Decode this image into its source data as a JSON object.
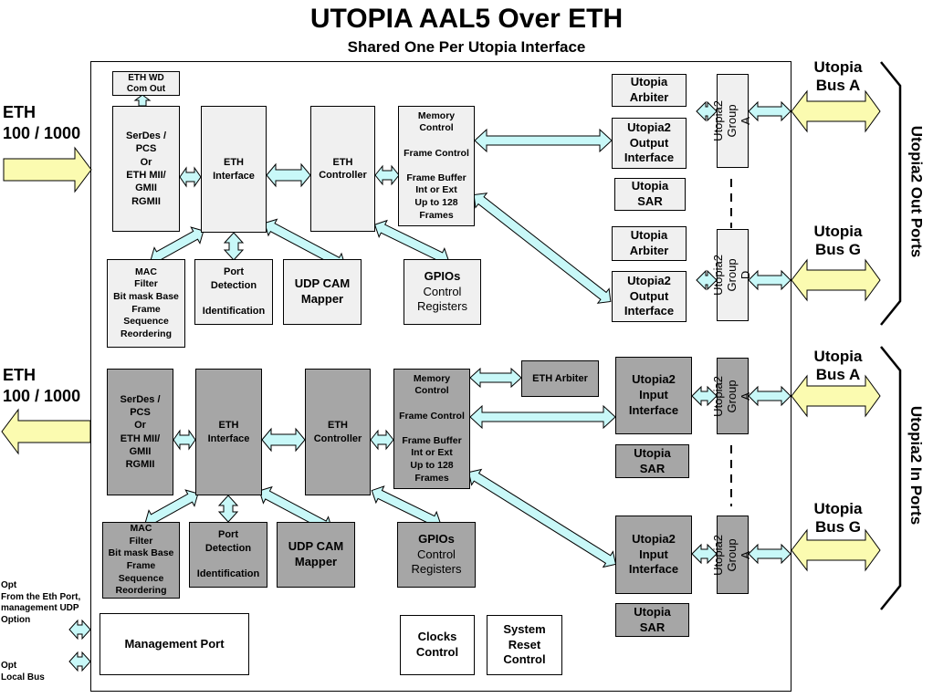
{
  "title": "UTOPIA AAL5 Over ETH",
  "subtitle": "Shared One Per Utopia Interface",
  "external": {
    "eth_top": "ETH\n100 / 1000",
    "eth_bottom": "ETH\n100 / 1000",
    "bus_a_top": "Utopia\nBus A",
    "bus_g_top": "Utopia\nBus G",
    "bus_a_bottom": "Utopia\nBus A",
    "bus_g_bottom": "Utopia\nBus G",
    "out_ports": "Utopia2 Out Ports",
    "in_ports": "Utopia2 In Ports",
    "opt_mgmt": "Opt\nFrom the Eth Port,\nmanagement UDP\nOption",
    "opt_local": "Opt\nLocal Bus"
  },
  "top": {
    "eth_wd": "ETH WD\nCom Out",
    "serdes": "SerDes /\nPCS\nOr\nETH MII/\nGMII\nRGMII",
    "eth_interface": "ETH\nInterface",
    "eth_controller": "ETH\nController",
    "memory": "Memory\nControl\n\nFrame Control\n\nFrame Buffer\nInt or Ext\nUp to 128\nFrames",
    "mac_filter": "MAC\nFilter\nBit mask Base\nFrame\nSequence\nReordering",
    "port_detection": "Port\nDetection\n\nIdentification",
    "udp_cam": "UDP CAM\nMapper",
    "gpios_title": "GPIOs",
    "gpios_sub": "Control\nRegisters",
    "utopia_arbiter_1": "Utopia\nArbiter",
    "utopia2_out_1": "Utopia2\nOutput\nInterface",
    "utopia_sar": "Utopia\nSAR",
    "utopia_arbiter_2": "Utopia\nArbiter",
    "utopia2_out_2": "Utopia2\nOutput\nInterface",
    "group_a": "Utopia2\nGroup A",
    "group_d": "Utopia2\nGroup D"
  },
  "bottom": {
    "serdes": "SerDes /\nPCS\nOr\nETH MII/\nGMII\nRGMII",
    "eth_interface": "ETH\nInterface",
    "eth_controller": "ETH\nController",
    "memory": "Memory\nControl\n\nFrame Control\n\nFrame Buffer\nInt or Ext\nUp to 128\nFrames",
    "eth_arbiter": "ETH Arbiter",
    "mac_filter": "MAC\nFilter\nBit mask Base\nFrame\nSequence\nReordering",
    "port_detection": "Port\nDetection\n\nIdentification",
    "udp_cam": "UDP CAM\nMapper",
    "gpios_title": "GPIOs",
    "gpios_sub": "Control\nRegisters",
    "utopia2_in_1": "Utopia2\nInput\nInterface",
    "utopia_sar_1": "Utopia\nSAR",
    "utopia2_in_2": "Utopia2\nInput\nInterface",
    "utopia_sar_2": "Utopia\nSAR",
    "group_a_1": "Utopia2\nGroup A",
    "group_a_2": "Utopia2\nGroup A"
  },
  "misc": {
    "management_port": "Management Port",
    "clocks": "Clocks\nControl",
    "system_reset": "System\nReset\nControl"
  },
  "colors": {
    "arrow_yellow": "#fbfbb0",
    "arrow_cyan": "#c8f8f8",
    "block_light": "#f0f0f0",
    "block_dark": "#a6a6a6"
  }
}
